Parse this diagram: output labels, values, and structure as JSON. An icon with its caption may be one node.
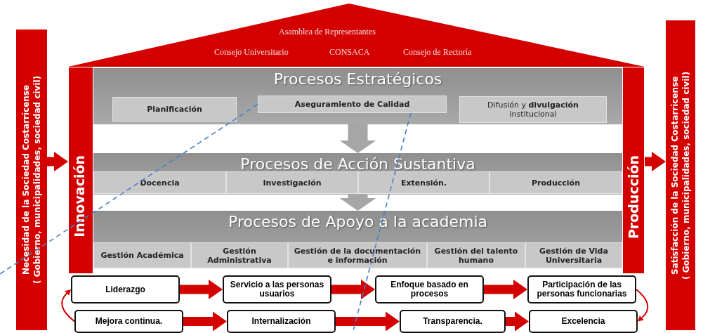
{
  "diagram": {
    "nodes": [
      {
        "text": [
          "Asamblea de Representantes",
          "Consejo Universitario",
          "CONSACA",
          "Consejo de Rectoría"
        ]
      },
      {
        "text": [
          "Necesidad de la Sociedad Costarricense",
          "( Gobierno, municipalidades, sociedad civil)"
        ]
      },
      {
        "text": [
          "Innovación"
        ]
      },
      {
        "text": [
          "Procesos Estratégicos"
        ]
      },
      {
        "text": [
          "Planificación"
        ],
        "in": 3
      },
      {
        "text": [
          "Aseguramiento de Calidad"
        ],
        "in": 3
      },
      {
        "text": [
          "Difusión y **divulgación** institucional"
        ],
        "in": 3
      },
      {
        "text": [
          "Procesos de Acción Sustantiva"
        ]
      },
      {
        "text": [
          "Docencia"
        ],
        "in": 7
      },
      {
        "text": [
          "Investigación"
        ],
        "in": 7
      },
      {
        "text": [
          "Extensión."
        ],
        "in": 7
      },
      {
        "text": [
          "Producción"
        ],
        "in": 7
      },
      {
        "text": [
          "Procesos de Apoyo a la academia"
        ]
      },
      {
        "text": [
          "Gestión Académica"
        ],
        "in": 12
      },
      {
        "text": [
          "Gestión Administrativa"
        ],
        "in": 12
      },
      {
        "text": [
          "Gestión de la documentación e información"
        ],
        "in": 12
      },
      {
        "text": [
          "Gestión del talento humano"
        ],
        "in": 12
      },
      {
        "text": [
          "Gestión de Vida Universitaria"
        ],
        "in": 12
      },
      {
        "text": [
          "Producción"
        ]
      },
      {
        "text": [
          "Satisfacción de la Sociedad Costarricense",
          "( Gobierno, municipalidades, sociedad civil)"
        ]
      },
      {
        "text": [
          "Liderazgo"
        ]
      },
      {
        "text": [
          "Servicio a las personas usuarios"
        ]
      },
      {
        "text": [
          "Enfoque basado en procesos"
        ]
      },
      {
        "text": [
          "Participación de las personas funcionarias"
        ]
      },
      {
        "text": [
          "Mejora continua."
        ]
      },
      {
        "text": [
          "Internalización"
        ]
      },
      {
        "text": [
          "Transparencia."
        ]
      },
      {
        "text": [
          "Excelencia"
        ]
      }
    ],
    "edges": [
      {
        "from": 1,
        "to": 2,
        "arrow": "to"
      },
      {
        "from": 3,
        "to": 7,
        "arrow": "to",
        "style": "thick",
        "color": "#a6a6a6"
      },
      {
        "from": 7,
        "to": 12,
        "arrow": "to",
        "style": "thick",
        "color": "#a6a6a6"
      },
      {
        "from": 18,
        "to": 19,
        "arrow": "to"
      },
      {
        "from": 20,
        "to": 21,
        "arrow": "to"
      },
      {
        "from": 21,
        "to": 22,
        "arrow": "to"
      },
      {
        "from": 22,
        "to": 23,
        "arrow": "to"
      },
      {
        "from": 24,
        "to": 25,
        "arrow": "to"
      },
      {
        "from": 25,
        "to": 26,
        "arrow": "to"
      },
      {
        "from": 26,
        "to": 27,
        "arrow": "to"
      },
      {
        "from": 24,
        "to": 20,
        "arrow": "to"
      },
      {
        "from": 23,
        "to": 27,
        "arrow": "to"
      },
      {
        "from": 5,
        "to": null,
        "arrow": "none",
        "style": "dashed",
        "color": "#4a7fc8"
      },
      {
        "from": 5,
        "to": null,
        "arrow": "none",
        "style": "dashed",
        "color": "#4a7fc8"
      }
    ]
  }
}
